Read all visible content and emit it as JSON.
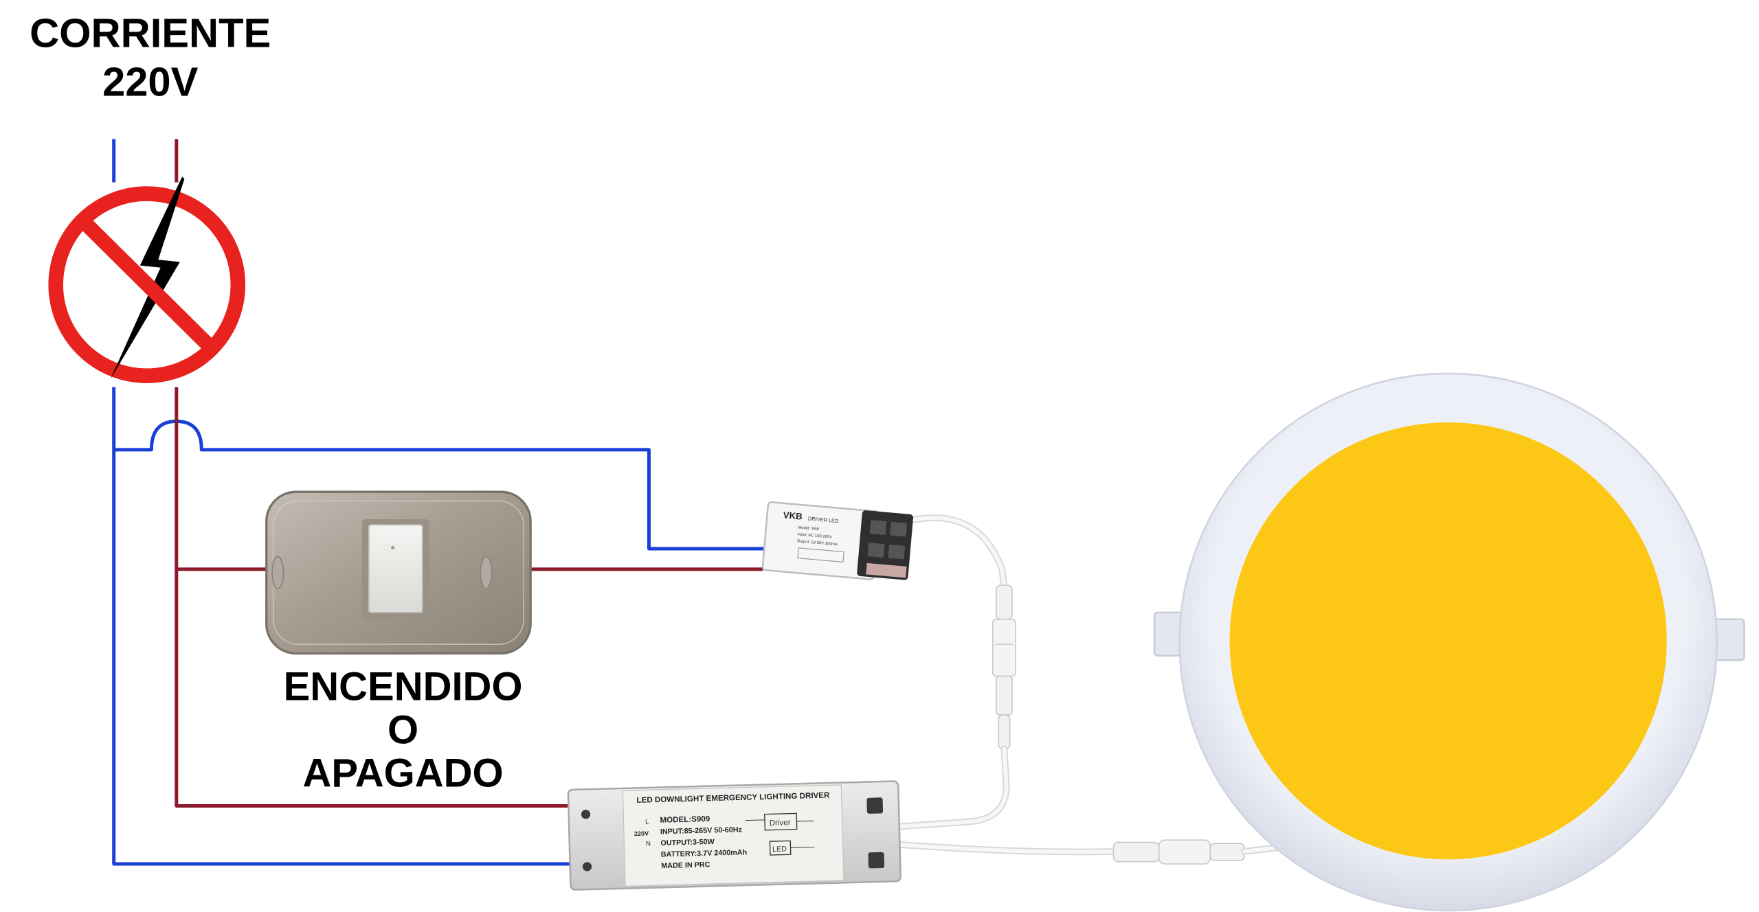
{
  "supply": {
    "title_line1": "CORRIENTE",
    "title_line2": "220V",
    "icon": "no-electricity-icon"
  },
  "switch": {
    "label_line1": "ENCENDIDO",
    "label_line2": "O",
    "label_line3": "APAGADO",
    "icon": "wall-switch"
  },
  "led_driver": {
    "brand": "VKB",
    "title": "DRIVER LED",
    "spec_lines": [
      "Model: 18W",
      "Input: AC 100-265V",
      "Output: 18-36V 300mA"
    ]
  },
  "emergency_driver": {
    "title": "LED DOWNLIGHT EMERGENCY LIGHTING DRIVER",
    "l_label": "L",
    "n_label": "N",
    "voltage_label": "220V",
    "model": "MODEL:S909",
    "input": "INPUT:85-265V 50-60Hz",
    "output": "OUTPUT:3-50W",
    "battery": "BATTERY:3.7V 2400mAh",
    "origin": "MADE IN PRC",
    "driver_label": "Driver",
    "led_label": "LED"
  },
  "wires": {
    "neutral_color": "#1a3fd6",
    "line_color": "#8b1a2b",
    "cable_color": "#f2f2f2"
  },
  "panel": {
    "light_color": "#fcc715",
    "frame_color": "#e7eaf3"
  },
  "colors": {
    "no_sign_red": "#e8221e",
    "bolt": "#000000"
  }
}
